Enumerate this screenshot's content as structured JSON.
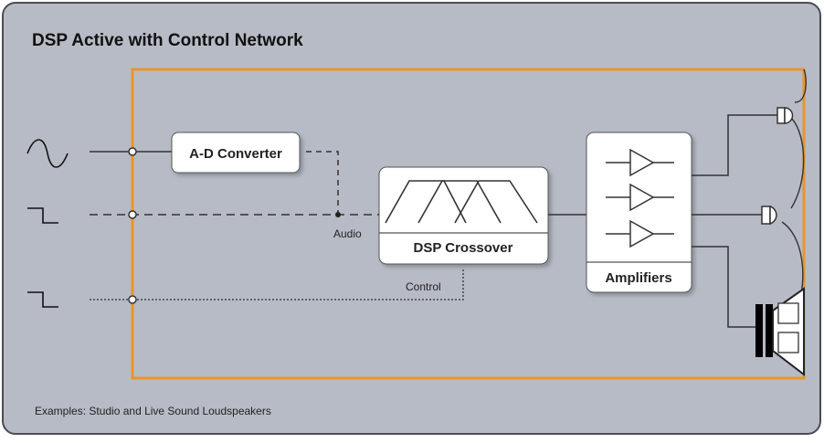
{
  "title": "DSP Active with Control Network",
  "footer": "Examples: Studio and Live Sound Loudspeakers",
  "blocks": {
    "ad_converter": "A-D Converter",
    "dsp_crossover": "DSP Crossover",
    "amplifiers": "Amplifiers"
  },
  "labels": {
    "audio": "Audio",
    "control": "Control"
  },
  "inputs": [
    {
      "icon": "sine-wave-icon"
    },
    {
      "icon": "square-wave-icon"
    },
    {
      "icon": "square-wave-icon"
    }
  ],
  "colors": {
    "background": "#b7bbc5",
    "enclosure": "#e8952b",
    "line": "#333333",
    "block_fill": "#ffffff"
  }
}
